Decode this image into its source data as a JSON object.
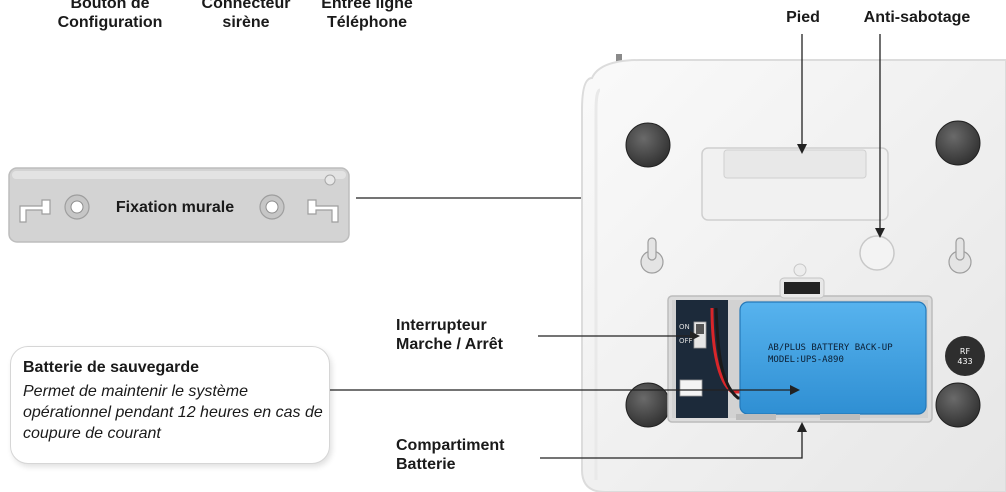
{
  "labels": {
    "config_button": [
      "Bouton de",
      "Configuration"
    ],
    "siren_connector": [
      "Connecteur",
      "sirène"
    ],
    "phone_line": [
      "Entrée ligne",
      "Téléphone"
    ],
    "foot": "Pied",
    "tamper": "Anti-sabotage",
    "wall_mount": "Fixation murale",
    "power_switch": [
      "Interrupteur",
      "Marche / Arrêt"
    ],
    "battery_compartment": [
      "Compartiment",
      "Batterie"
    ]
  },
  "callout": {
    "title": "Batterie de sauvegarde",
    "description": "Permet de maintenir le système opérationnel pendant 12 heures en cas de coupure de courant"
  },
  "device": {
    "battery_text": [
      "AB/PLUS BATTERY BACK-UP",
      "MODEL:UPS-A890"
    ],
    "rf_badge": [
      "RF",
      "433"
    ],
    "switch_marks": [
      "ON",
      "OFF"
    ]
  },
  "colors": {
    "device_body": "#f4f4f4",
    "battery_blue": "#3f9fe0",
    "bracket_gray": "#d3d3d3",
    "feet": "#444444"
  }
}
